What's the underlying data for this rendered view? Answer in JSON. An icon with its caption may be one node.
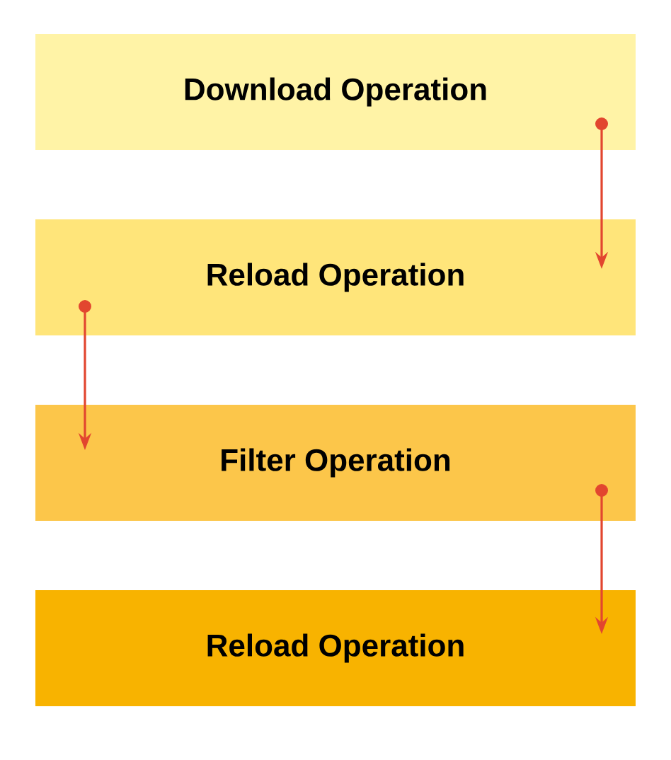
{
  "diagram": {
    "nodes": [
      {
        "text": [
          "Download Operation"
        ]
      },
      {
        "text": [
          "Reload Operation"
        ]
      },
      {
        "text": [
          "Filter Operation"
        ]
      },
      {
        "text": [
          "Reload Operation"
        ]
      }
    ],
    "edges": [
      {
        "from": 0,
        "to": 1,
        "arrow": "to"
      },
      {
        "from": 1,
        "to": 2,
        "arrow": "to"
      },
      {
        "from": 2,
        "to": 3,
        "arrow": "to"
      }
    ]
  }
}
